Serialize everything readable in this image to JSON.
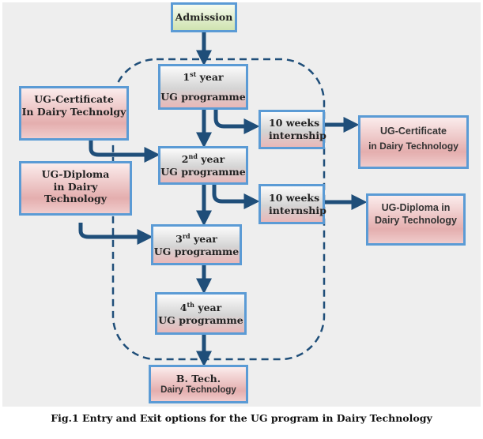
{
  "nodes": {
    "admission": "Admission",
    "year1": {
      "num": "1",
      "sup": "st",
      "label": " year",
      "sub": "UG programme"
    },
    "year2": {
      "num": "2",
      "sup": "nd",
      "label": " year",
      "sub": "UG programme"
    },
    "year3": {
      "num": "3",
      "sup": "rd",
      "label": " year",
      "sub": "UG programme"
    },
    "year4": {
      "num": "4",
      "sup": "th",
      "label": " year",
      "sub": "UG programme"
    },
    "entry_cert": [
      "UG-Certificate",
      "In Dairy Technolgy"
    ],
    "entry_dip": [
      "UG-Diploma",
      "in Dairy Technology"
    ],
    "intern1": [
      "10 weeks",
      "internship"
    ],
    "intern2": [
      "10 weeks",
      "internship"
    ],
    "exit_cert": [
      "UG-Certificate",
      "in Dairy Technology"
    ],
    "exit_dip": [
      "UG-Diploma in",
      "Dairy Technology"
    ],
    "btech": [
      "B. Tech.",
      "Dairy Technology"
    ]
  },
  "caption": "Fig.1 Entry and Exit options for the UG program in Dairy Technology",
  "colors": {
    "arrow": "#1f4e79",
    "border": "#5b9bd5"
  }
}
